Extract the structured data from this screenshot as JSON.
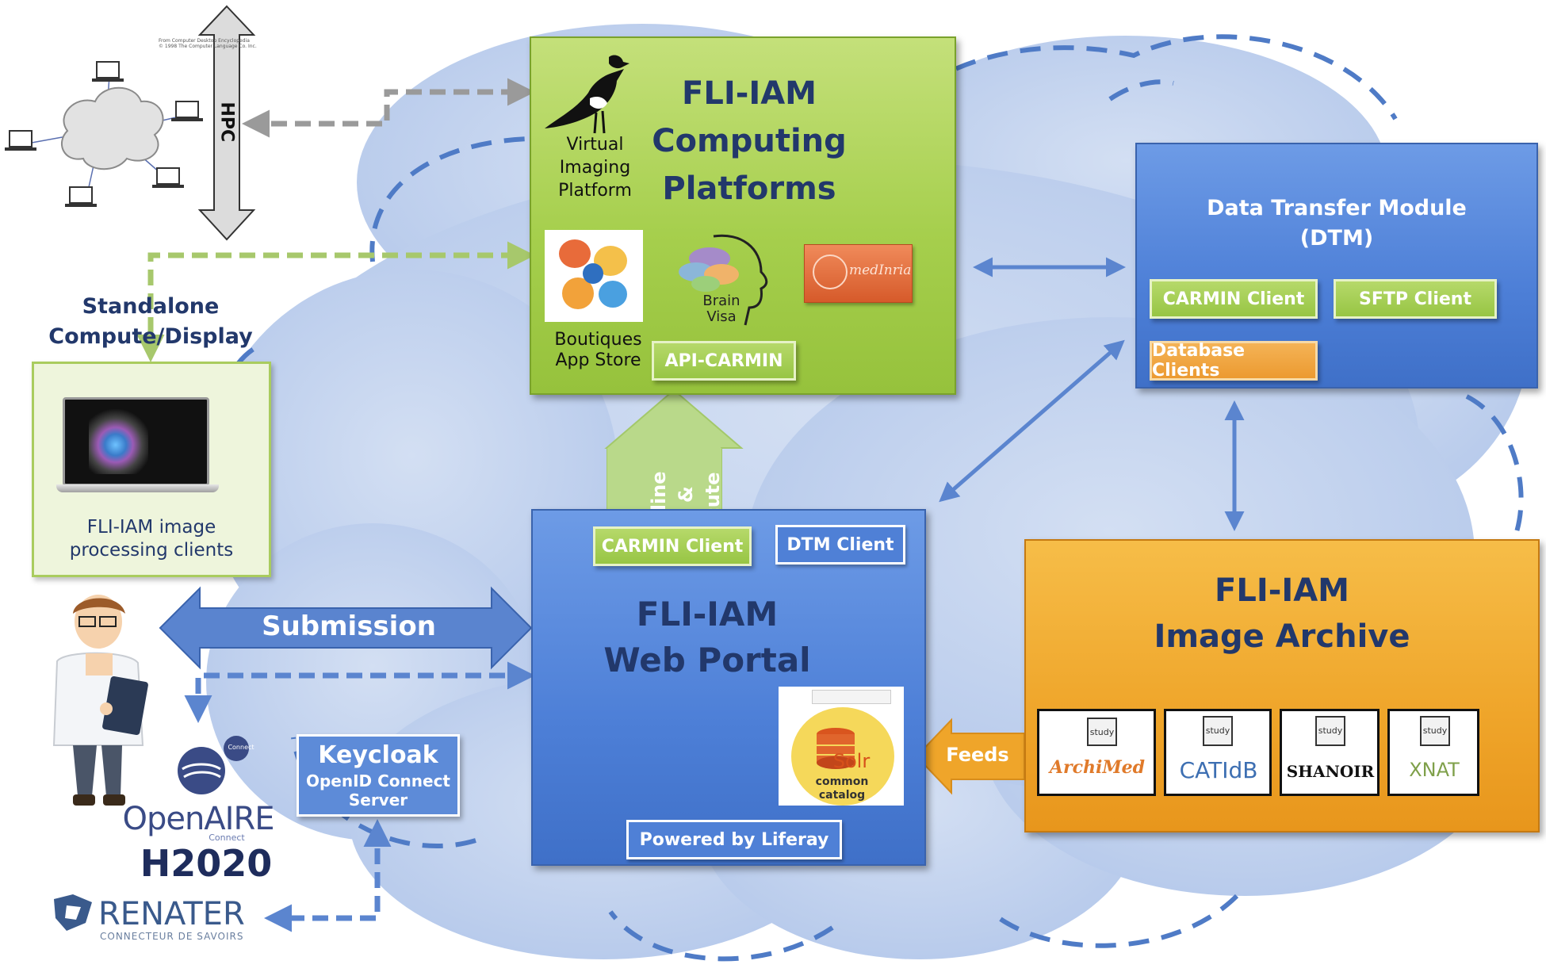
{
  "hpc": {
    "label": "HPC",
    "credit_line1": "From Computer Desktop Encyclopedia",
    "credit_line2": "© 1998 The Computer Language Co. Inc."
  },
  "standalone": {
    "title_line1": "Standalone",
    "title_line2": "Compute/Display",
    "caption_line1": "FLI-IAM image",
    "caption_line2": "processing clients"
  },
  "computing": {
    "title_line1": "FLI-IAM",
    "title_line2": "Computing",
    "title_line3": "Platforms",
    "vip_line1": "Virtual",
    "vip_line2": "Imaging",
    "vip_line3": "Platform",
    "boutiques_line1": "Boutiques",
    "boutiques_line2": "App Store",
    "brainvisa_line1": "Brain",
    "brainvisa_line2": "Visa",
    "medinria": "medInria",
    "api_carmin": "API-CARMIN"
  },
  "dtm": {
    "title_line1": "Data Transfer Module",
    "title_line2": "(DTM)",
    "carmin_client": "CARMIN Client",
    "sftp_client": "SFTP Client",
    "database_clients": "Database Clients"
  },
  "pipeline_arrow": {
    "line1": "Pipeline",
    "line2": "list &",
    "line3": "execute"
  },
  "portal": {
    "carmin_client": "CARMIN Client",
    "dtm_client": "DTM Client",
    "title_line1": "FLI-IAM",
    "title_line2": "Web Portal",
    "solr": "Solr",
    "solr_caption_line1": "common",
    "solr_caption_line2": "catalog",
    "powered": "Powered by Liferay"
  },
  "archive": {
    "title_line1": "FLI-IAM",
    "title_line2": "Image Archive",
    "study_label": "study",
    "logos": [
      "ArchiMed",
      "CATIdB",
      "SHANOIR",
      "XNAT"
    ]
  },
  "feeds": "Feeds",
  "submission": "Submission",
  "keycloak": {
    "title": "Keycloak",
    "line2": "OpenID Connect",
    "line3": "Server"
  },
  "openaire": {
    "name": "OpenAIRE",
    "connect_small": "Connect",
    "connect_badge": "Connect"
  },
  "h2020": "H2020",
  "renater": {
    "name": "RENATER",
    "tagline": "CONNECTEUR DE SAVOIRS"
  },
  "colors": {
    "green_box": "#a6cf4d",
    "blue_box": "#4d7fd7",
    "orange_box": "#efa52a",
    "cloud": "#c3d3ee",
    "cloud_border": "#4f7bc6",
    "title_dark": "#22386b"
  }
}
